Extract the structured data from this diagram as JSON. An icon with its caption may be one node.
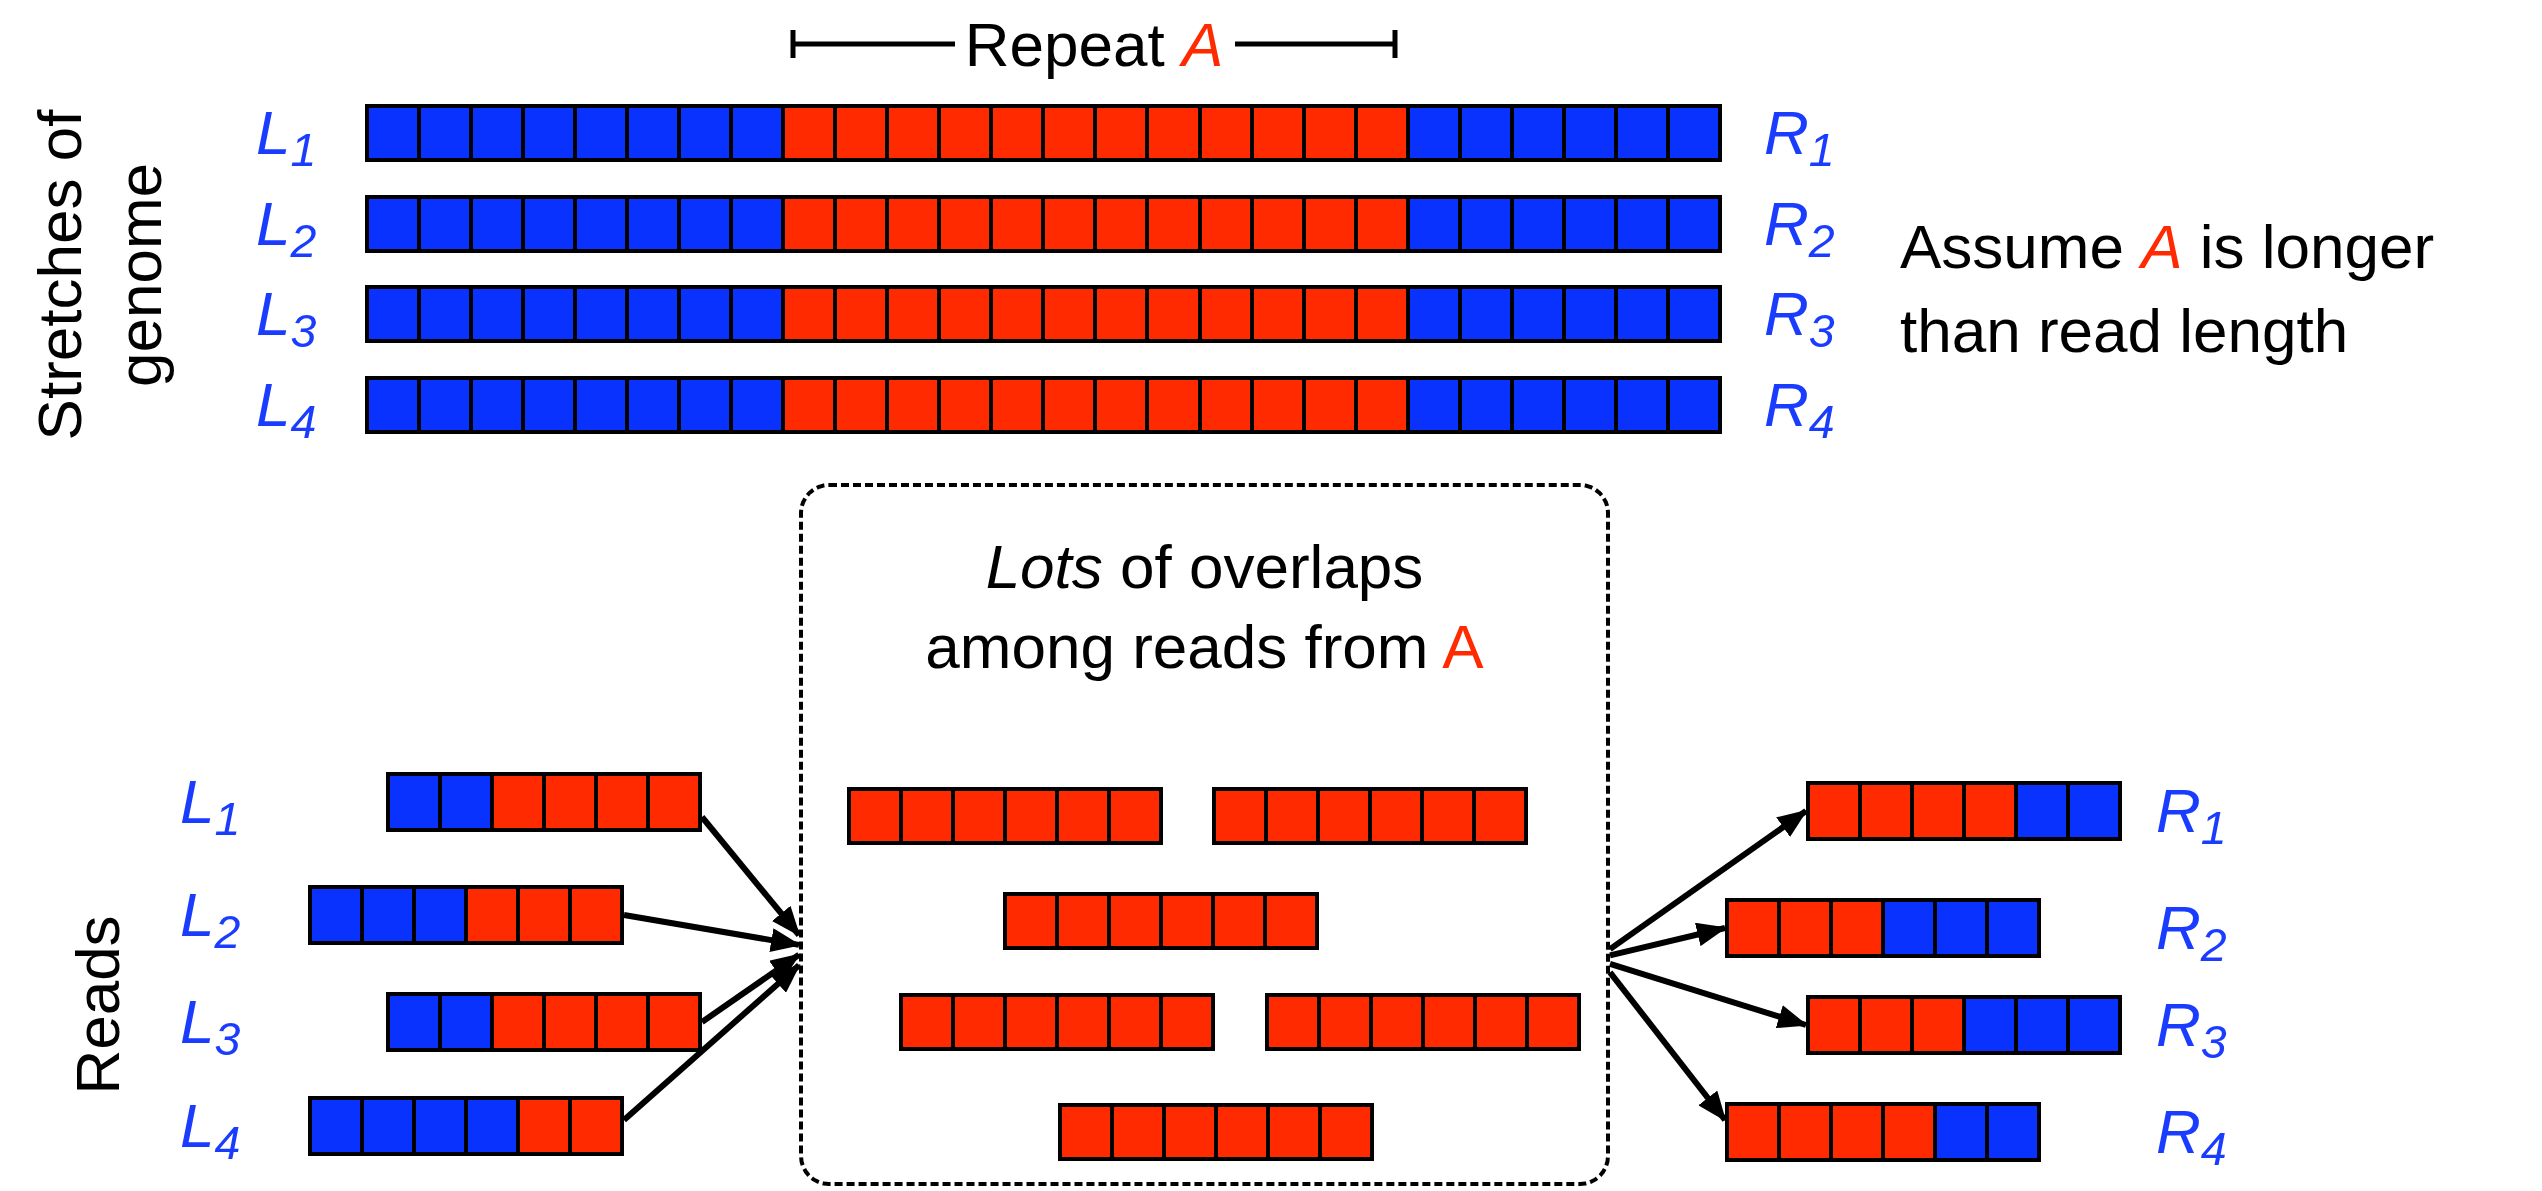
{
  "diagram": {
    "nodes": [
      {
        "text": [],
        "shape": "bar",
        "beside": [
          "L$_{1}$",
          "R$_{1}$"
        ]
      },
      {
        "text": [],
        "shape": "bar",
        "beside": [
          "L$_{2}$",
          "R$_{2}$"
        ]
      },
      {
        "text": [],
        "shape": "bar",
        "beside": [
          "L$_{3}$",
          "R$_{3}$"
        ]
      },
      {
        "text": [],
        "shape": "bar",
        "beside": [
          "L$_{4}$",
          "R$_{4}$"
        ]
      },
      {
        "text": [
          "*Lots* of overlaps among reads from",
          "A"
        ]
      },
      {
        "text": [],
        "shape": "bar",
        "in": 4
      },
      {
        "text": [],
        "shape": "bar",
        "in": 4
      },
      {
        "text": [],
        "shape": "bar",
        "in": 4
      },
      {
        "text": [],
        "shape": "bar",
        "in": 4
      },
      {
        "text": [],
        "shape": "bar",
        "in": 4
      },
      {
        "text": [],
        "shape": "bar",
        "in": 4
      },
      {
        "text": [],
        "shape": "bar"
      },
      {
        "text": [],
        "shape": "bar"
      },
      {
        "text": [],
        "shape": "bar"
      },
      {
        "text": [],
        "shape": "bar"
      },
      {
        "text": [],
        "shape": "bar"
      },
      {
        "text": [],
        "shape": "bar"
      },
      {
        "text": [],
        "shape": "bar"
      },
      {
        "text": [],
        "shape": "bar"
      }
    ],
    "edges": [
      {
        "from": 11,
        "to": 4,
        "arrow": "to"
      },
      {
        "from": 12,
        "to": 4,
        "arrow": "to"
      },
      {
        "from": 13,
        "to": 4,
        "arrow": "to"
      },
      {
        "from": 14,
        "to": 4,
        "arrow": "to"
      },
      {
        "from": 4,
        "to": 15,
        "arrow": "to"
      },
      {
        "from": 4,
        "to": 16,
        "arrow": "to"
      },
      {
        "from": 4,
        "to": 17,
        "arrow": "to"
      },
      {
        "from": 4,
        "to": 18,
        "arrow": "to"
      }
    ],
    "labels": [
      "Repeat *A*",
      "Stretches of genome",
      "Assume *A* is longer than read length",
      "Reads",
      "L$_{1}$",
      "R$_{1}$",
      "L$_{2}$",
      "R$_{2}$",
      "L$_{3}$",
      "R$_{3}$",
      "L$_{4}$",
      "R$_{4}$"
    ]
  }
}
